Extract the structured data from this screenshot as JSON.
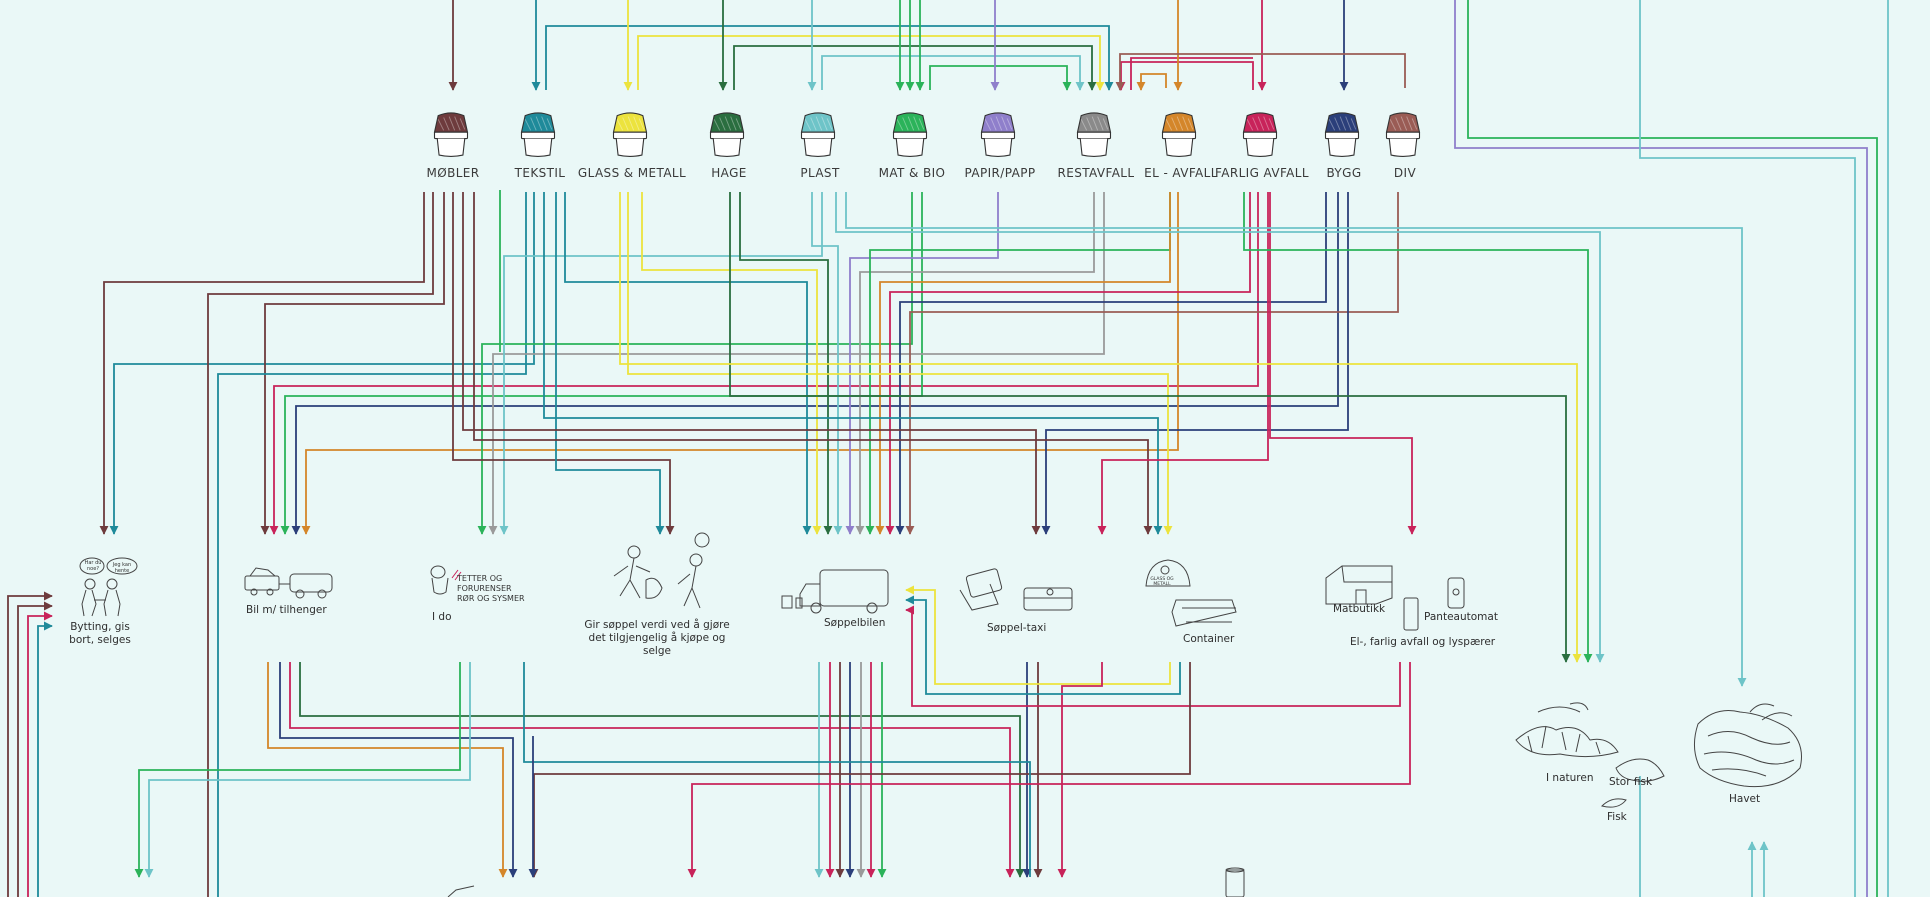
{
  "bins": [
    {
      "id": "mobler",
      "label": "MØBLER",
      "color": "#6e3b3d"
    },
    {
      "id": "tekstil",
      "label": "TEKSTIL",
      "color": "#1f8a9a"
    },
    {
      "id": "glass",
      "label": "GLASS & METALL",
      "color": "#ece33d"
    },
    {
      "id": "hage",
      "label": "HAGE",
      "color": "#2a6e3f"
    },
    {
      "id": "plast",
      "label": "PLAST",
      "color": "#6ec4c8"
    },
    {
      "id": "mat",
      "label": "MAT & BIO",
      "color": "#2bb35a"
    },
    {
      "id": "papir",
      "label": "PAPIR/PAPP",
      "color": "#8f7fcb"
    },
    {
      "id": "rest",
      "label": "RESTAVFALL",
      "color": "#8a8a8a"
    },
    {
      "id": "el",
      "label": "EL - AVFALL",
      "color": "#d4862a"
    },
    {
      "id": "farlig",
      "label": "FARLIG AVFALL",
      "color": "#c8235a"
    },
    {
      "id": "bygg",
      "label": "BYGG",
      "color": "#2b3f7a"
    },
    {
      "id": "div",
      "label": "DIV",
      "color": "#9a5c55"
    }
  ],
  "destinations": {
    "bytting": "Bytting, gis bort, selges",
    "bil": "Bil m/ tilhenger",
    "tetter": "TETTER OG FORURENSER RØR OG SYSMER",
    "ido": "I do",
    "gir": "Gir søppel verdi ved å gjøre det tilgjengelig å kjøpe og selge",
    "soppelbilen": "Søppelbilen",
    "soppeltaxi": "Søppel-taxi",
    "container": "Container",
    "glassmetall_sign": "GLASS OG METALL",
    "matbutikk": "Matbutikk",
    "panteautomat": "Panteautomat",
    "elfarlig": "El-, farlig avfall og lyspærer",
    "naturen": "I naturen",
    "storfisk": "Stor fisk",
    "fisk": "Fisk",
    "havet": "Havet",
    "speech1": "Har du noe?",
    "speech2": "Jeg kan hente"
  },
  "colors": {
    "mobler": "#6e3b3d",
    "tekstil": "#1f8a9a",
    "glass": "#ece33d",
    "hage": "#2a6e3f",
    "plast": "#6ec4c8",
    "mat": "#2bb35a",
    "papir": "#8f7fcb",
    "rest": "#9a9a9a",
    "el": "#d4862a",
    "farlig": "#c8235a",
    "bygg": "#2b3f7a",
    "div": "#9a5c55"
  }
}
